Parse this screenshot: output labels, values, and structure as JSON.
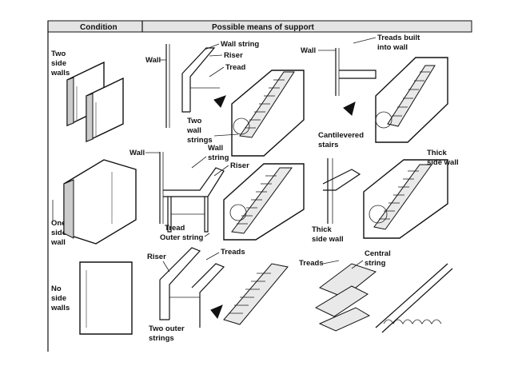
{
  "header": {
    "condition": "Condition",
    "support": "Possible means of support"
  },
  "rows": {
    "two_side_walls": {
      "condition": [
        "Two",
        "side",
        "walls"
      ],
      "wall_a": "Wall",
      "wall_string": "Wall string",
      "riser": "Riser",
      "tread": "Tread",
      "two_wall_strings": [
        "Two",
        "wall",
        "strings"
      ],
      "wall_b": "Wall",
      "treads_built": [
        "Treads built",
        "into wall"
      ],
      "cantilevered": [
        "Cantilevered",
        "stairs"
      ]
    },
    "one_side_wall": {
      "condition": [
        "One",
        "side",
        "wall"
      ],
      "wall": "Wall",
      "wall_string": [
        "Wall",
        "string"
      ],
      "riser": "Riser",
      "tread": "Tread",
      "outer_string": "Outer string",
      "thick_wall_a": [
        "Thick",
        "side wall"
      ],
      "thick_wall_b": [
        "Thick",
        "side wall"
      ]
    },
    "no_side_walls": {
      "condition": [
        "No",
        "side",
        "walls"
      ],
      "riser": "Riser",
      "treads": "Treads",
      "two_outer_strings": [
        "Two outer",
        "strings"
      ],
      "treads_b": "Treads",
      "central_string": [
        "Central",
        "string"
      ]
    }
  }
}
